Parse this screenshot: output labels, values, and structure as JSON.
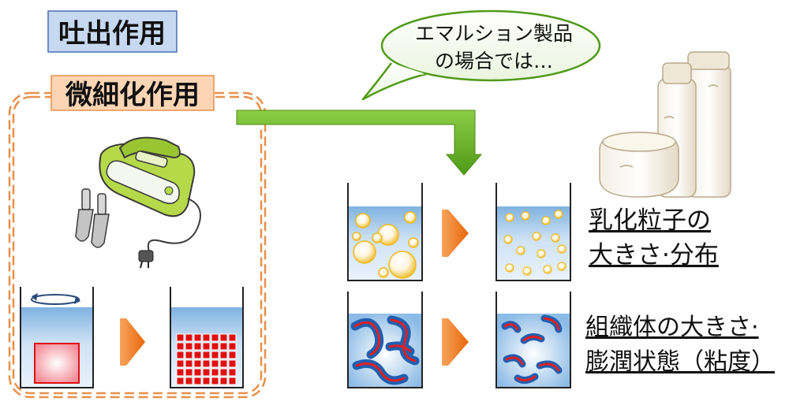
{
  "labels": {
    "discharge": "吐出作用",
    "micronize": "微細化作用",
    "bubble_line1": "エマルション製品",
    "bubble_line2": "の場合では…",
    "result1_line1": "乳化粒子の",
    "result1_line2": "大きさ·分布",
    "result2_line1": "組織体の大きさ·",
    "result2_line2": "膨潤状態（粘度）"
  },
  "colors": {
    "discharge_fill": "#c6d9f1",
    "discharge_border": "#4a6fb5",
    "micronize_fill": "#fcd5b5",
    "dashed_frame": "#e8904a",
    "arrow_green": "#5faa1e",
    "arrow_orange": "#f07a12",
    "liquid": "#9cc3e6",
    "particle": "#f5c518",
    "tissue_blue": "#1f5fb0",
    "tissue_red": "#e02020",
    "grid_red": "#e01010"
  },
  "icons": {
    "mixer": "hand-mixer-icon",
    "cosmetics": "cosmetic-bottles-icon",
    "rotation": "rotation-arrow-icon"
  }
}
